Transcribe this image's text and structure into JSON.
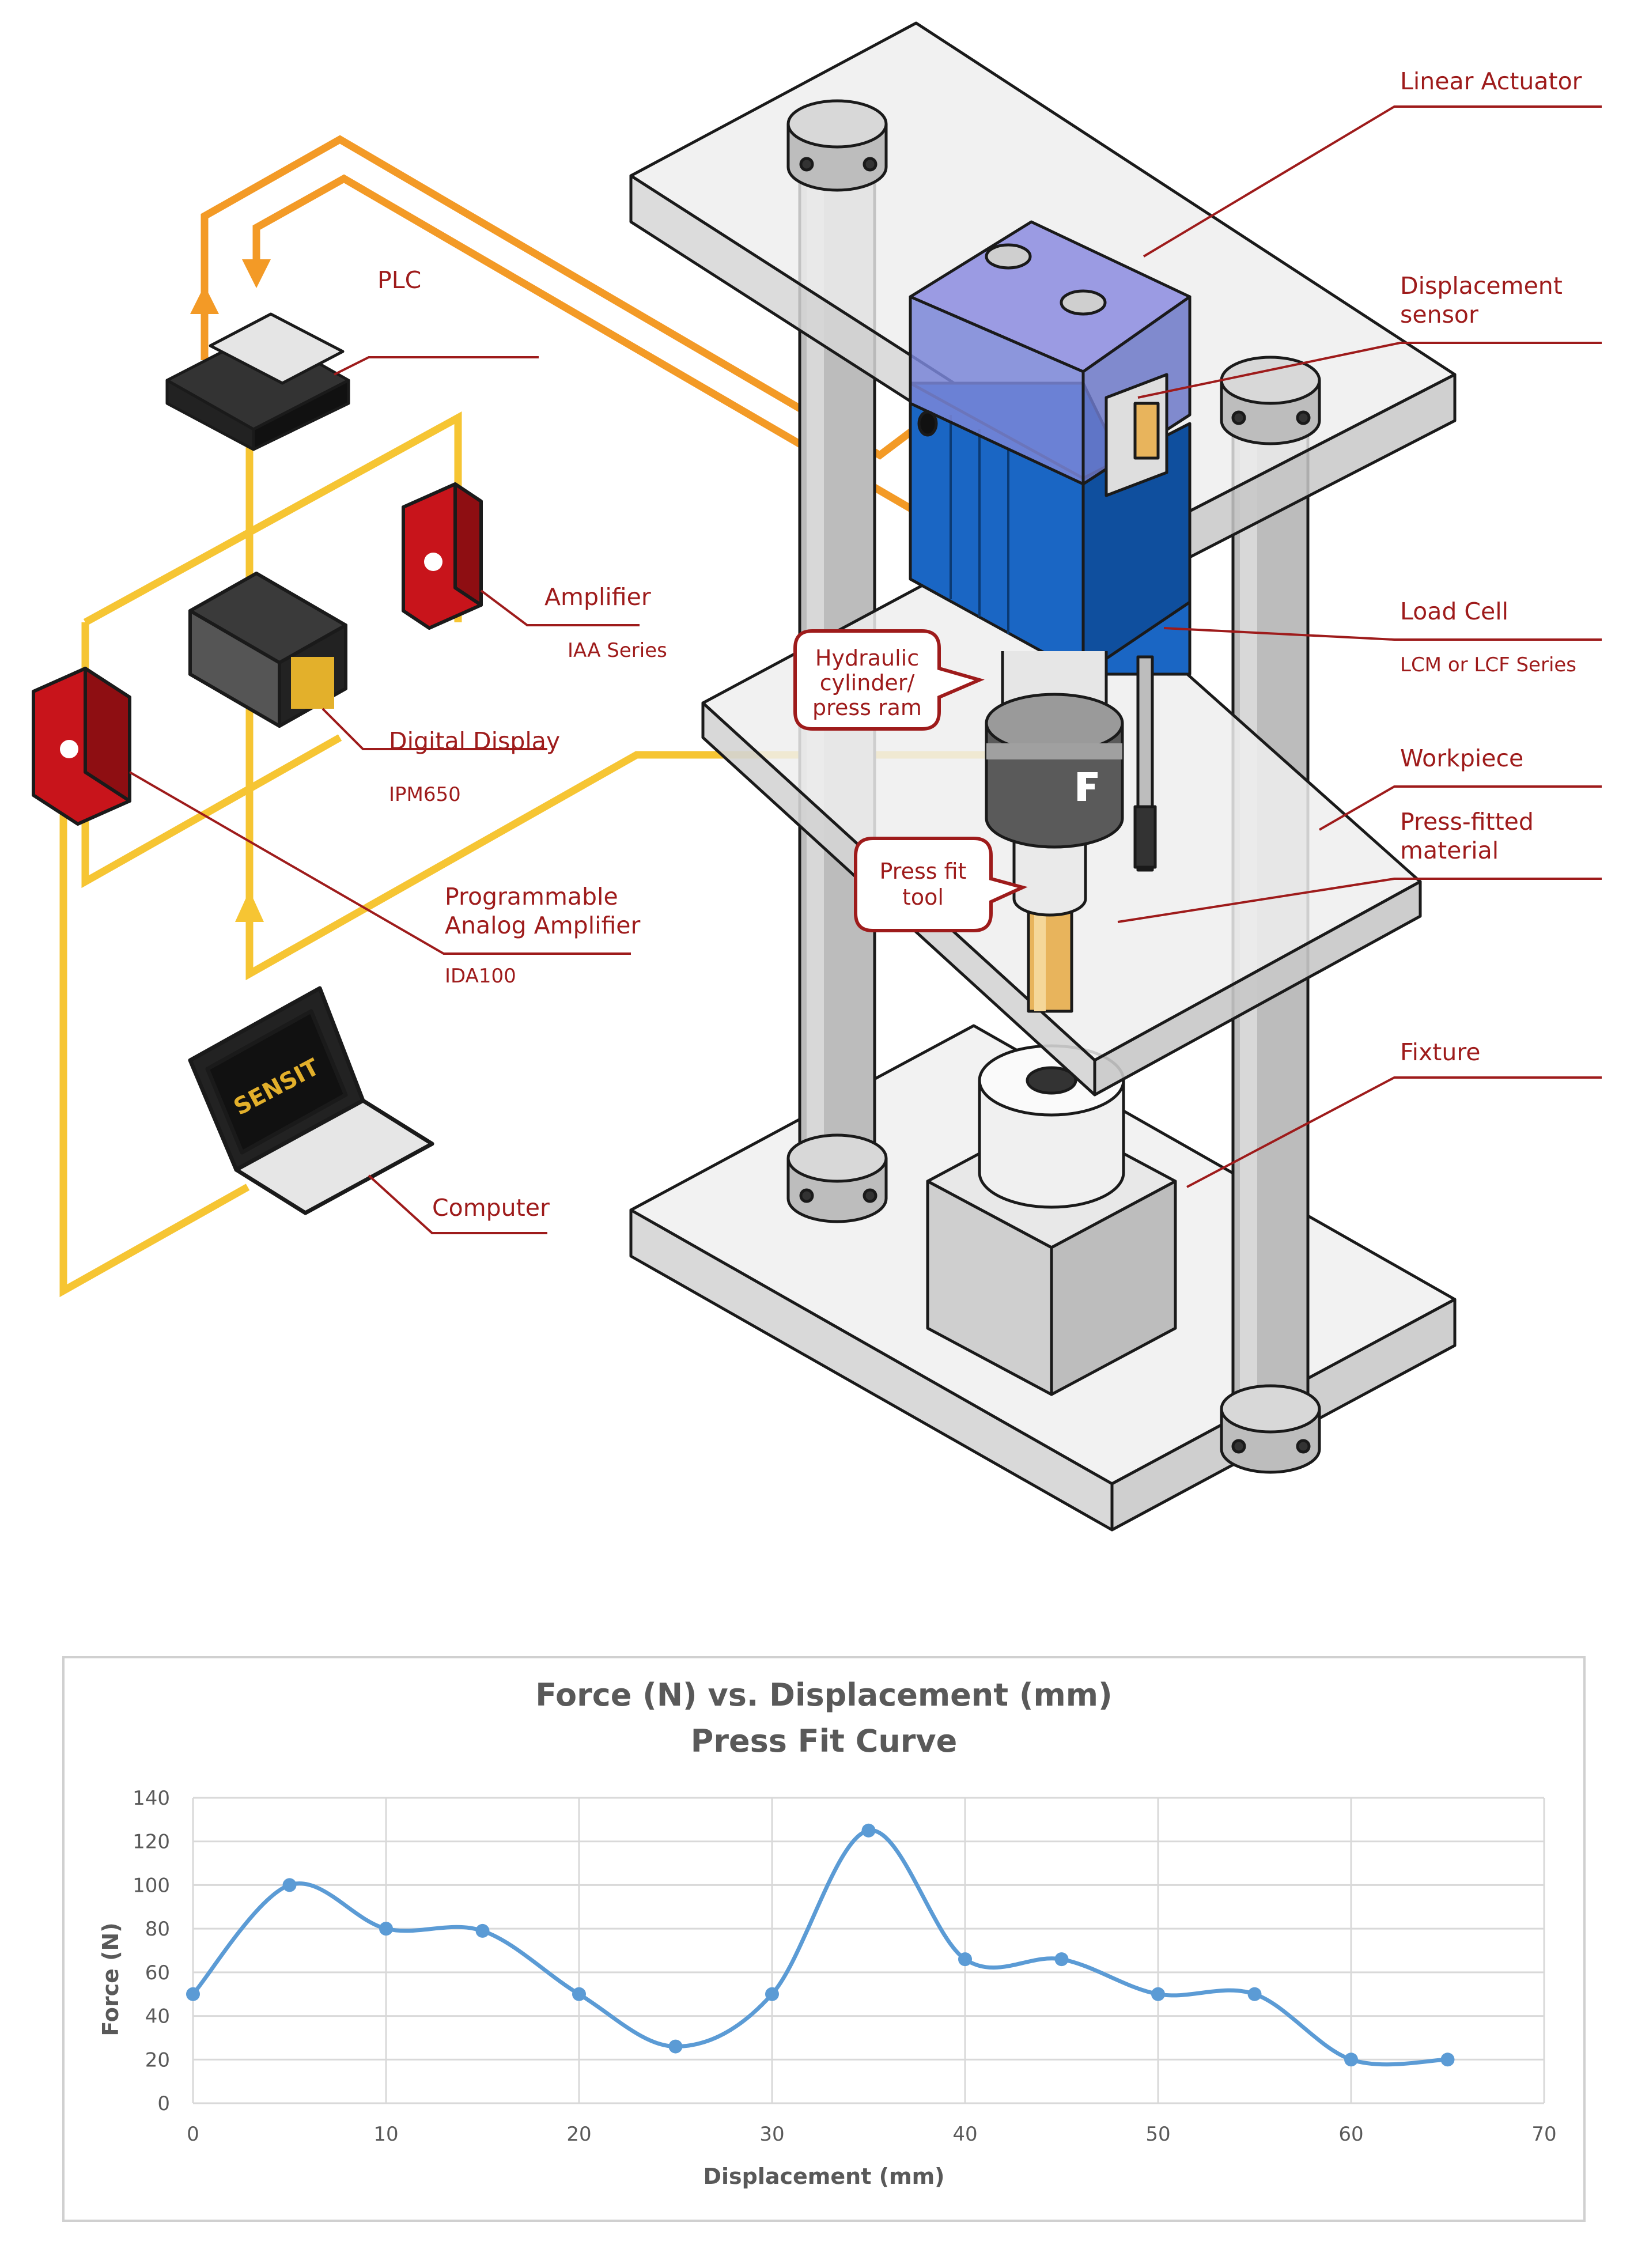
{
  "labels": {
    "linear_actuator": "Linear Actuator",
    "displacement_sensor_1": "Displacement",
    "displacement_sensor_2": "sensor",
    "load_cell": "Load Cell",
    "load_cell_series": "LCM or LCF Series",
    "workpiece": "Workpiece",
    "press_fitted_1": "Press-fitted",
    "press_fitted_2": "material",
    "fixture": "Fixture",
    "plc": "PLC",
    "amplifier": "Amplifier",
    "amplifier_series": "IAA Series",
    "digital_display": "Digital Display",
    "digital_display_model": "IPM650",
    "prog_amp_1": "Programmable",
    "prog_amp_2": "Analog Amplifier",
    "prog_amp_model": "IDA100",
    "computer": "Computer",
    "hydraulic_1": "Hydraulic",
    "hydraulic_2": "cylinder/",
    "hydraulic_3": "press ram",
    "press_tool_1": "Press fit",
    "press_tool_2": "tool",
    "laptop_brand": "SENSIT"
  },
  "colors": {
    "label_red": "#9e1b1b",
    "orange_wire": "#f39a26",
    "yellow_wire": "#f6c533",
    "actuator_blue": "#1a66c4",
    "curve_blue": "#5b9bd5"
  },
  "chart_data": {
    "type": "line",
    "title": "Force (N) vs. Displacement (mm)",
    "subtitle": "Press Fit Curve",
    "xlabel": "Displacement (mm)",
    "ylabel": "Force (N)",
    "xlim": [
      0,
      70
    ],
    "ylim": [
      0,
      140
    ],
    "xticks": [
      0,
      10,
      20,
      30,
      40,
      50,
      60,
      70
    ],
    "yticks": [
      0,
      20,
      40,
      60,
      80,
      100,
      120,
      140
    ],
    "grid": true,
    "smooth": true,
    "x": [
      0,
      5,
      10,
      15,
      20,
      25,
      30,
      35,
      40,
      45,
      50,
      55,
      60,
      65
    ],
    "y": [
      50,
      100,
      80,
      79,
      50,
      26,
      50,
      125,
      66,
      66,
      50,
      50,
      20,
      20
    ]
  }
}
